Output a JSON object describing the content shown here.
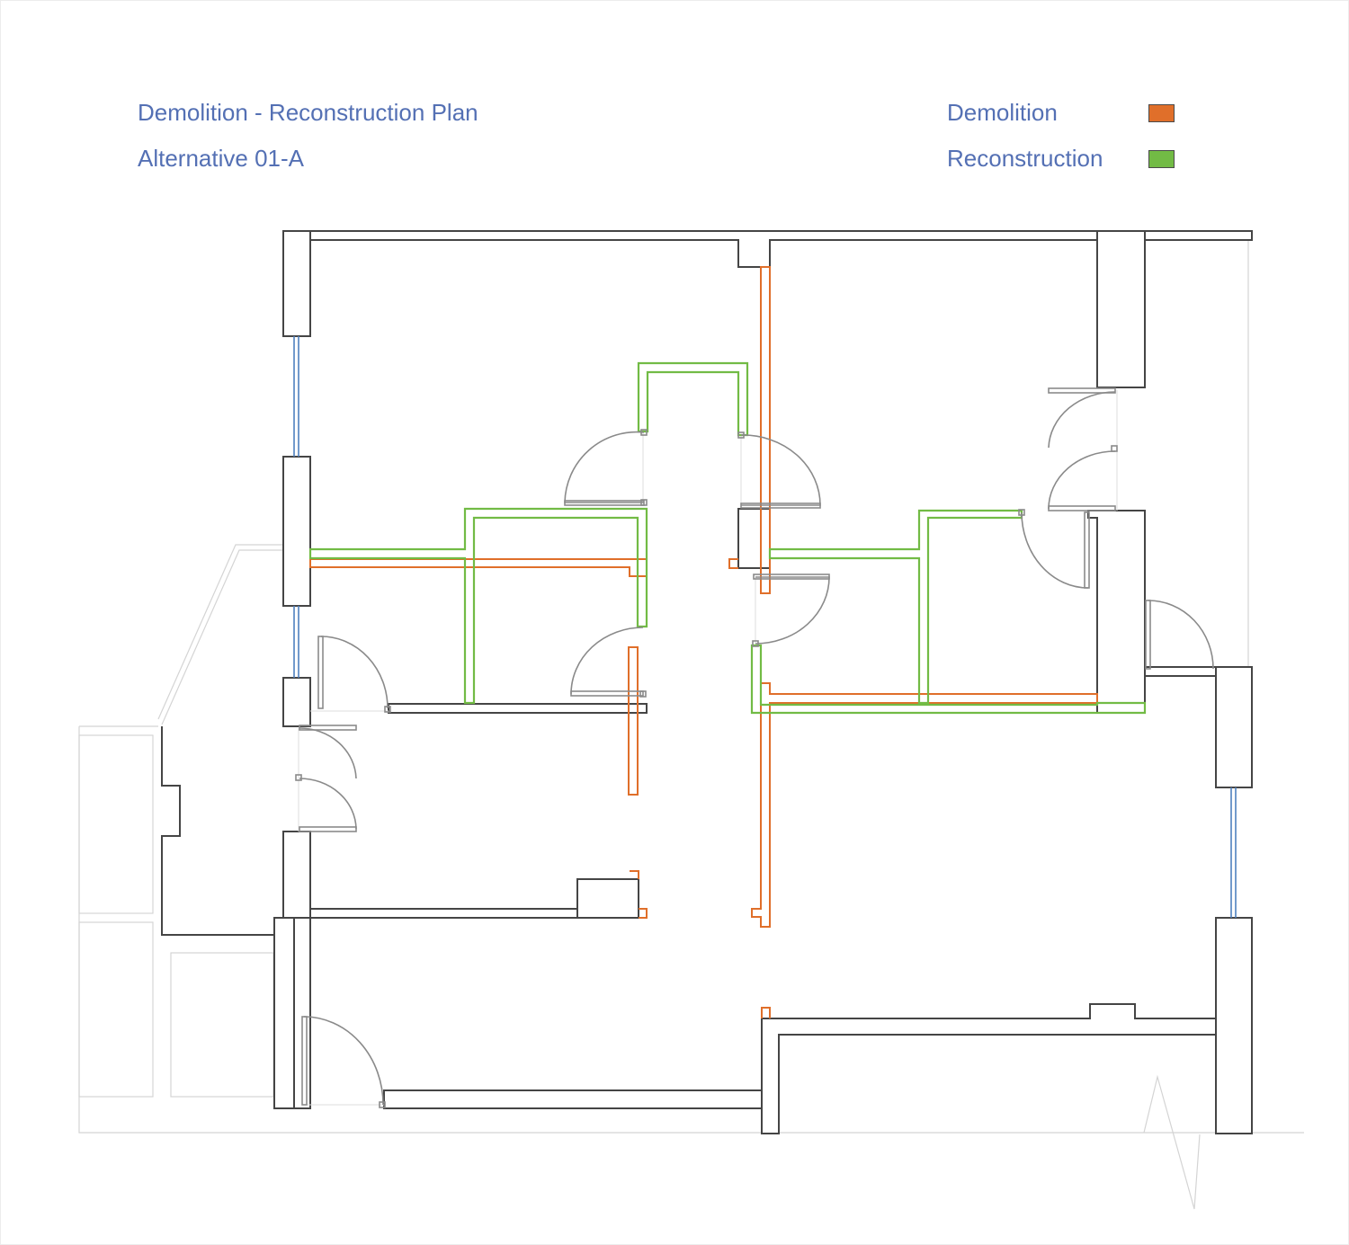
{
  "title": {
    "main": "Demolition - Reconstruction Plan",
    "alternative": "Alternative 01-A"
  },
  "legend": {
    "items": [
      {
        "label": "Demolition",
        "color": "#e06f2a"
      },
      {
        "label": "Reconstruction",
        "color": "#72bb45"
      }
    ]
  },
  "colors": {
    "title_text": "#5470b4",
    "wall": "#454545",
    "glazing": "#4f80c0",
    "door_swing": "#8a8a8a"
  }
}
